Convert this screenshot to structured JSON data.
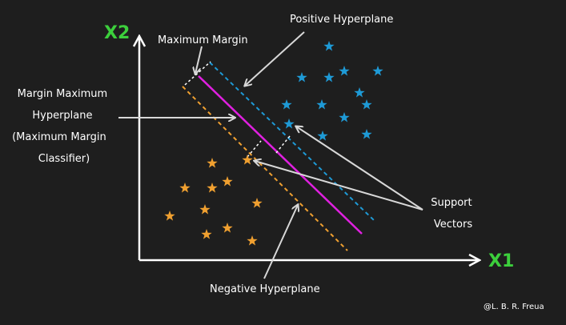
{
  "axes": {
    "x_label": "X1",
    "y_label": "X2"
  },
  "labels": {
    "positive_hyperplane": "Positive Hyperplane",
    "maximum_margin": "Maximum Margin",
    "margin_maximum_hyperplane": [
      "Margin Maximum",
      "Hyperplane",
      "(Maximum Margin",
      "Classifier)"
    ],
    "support_vectors": [
      "Support",
      "Vectors"
    ],
    "negative_hyperplane": "Negative Hyperplane",
    "credit": "@L. B. R. Freua"
  },
  "colors": {
    "background": "#1e1e1e",
    "positive_star": "#1e9ad6",
    "negative_star": "#f0a030",
    "classifier_line": "#e020e0",
    "axis": "#ffffff",
    "axis_label": "#3ccf3c",
    "arrow": "#d0d0d0"
  },
  "icons": {
    "positive_point": "blue-star-icon",
    "negative_point": "orange-star-icon"
  }
}
